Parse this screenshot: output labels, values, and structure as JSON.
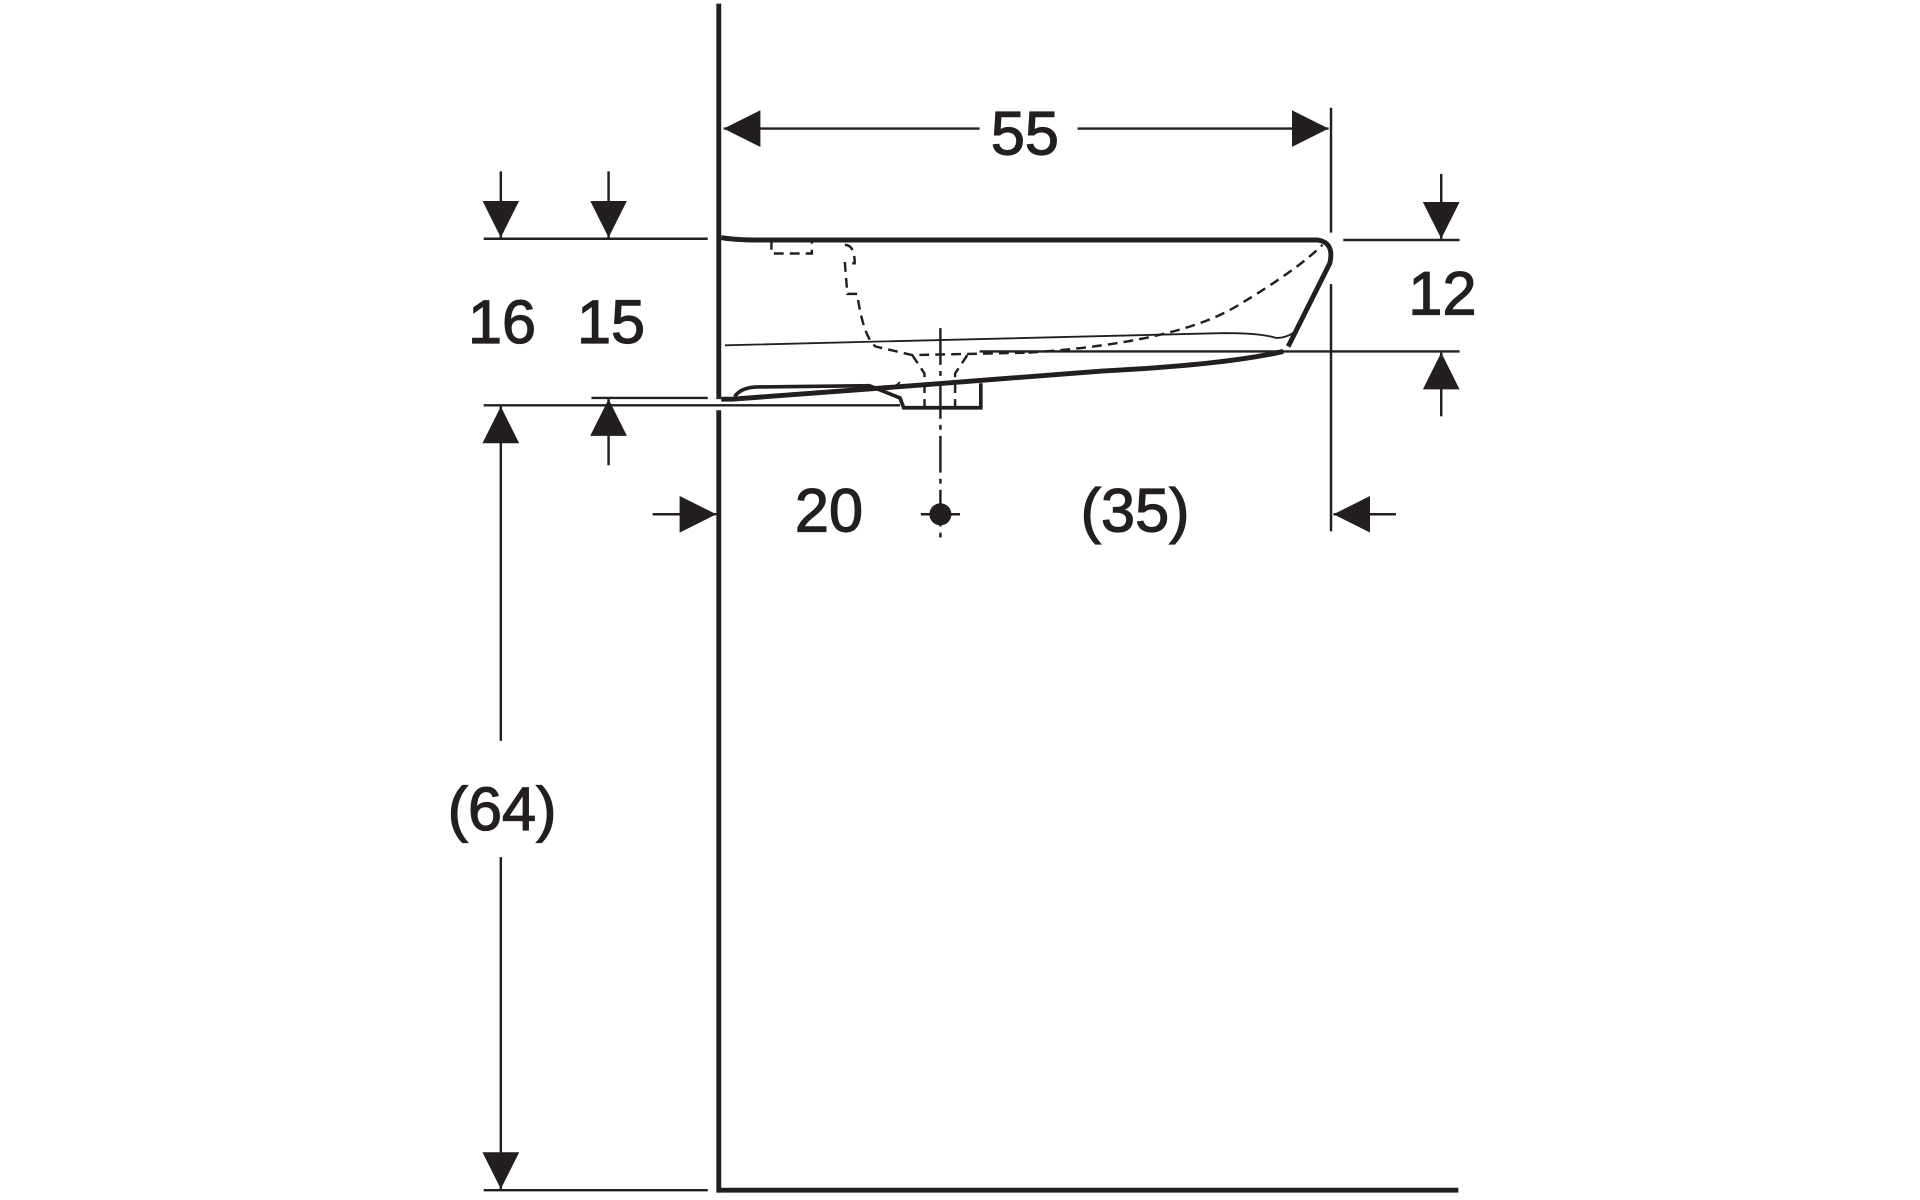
{
  "drawing": {
    "dimensions": {
      "depth": "55",
      "height_overall": "16",
      "height_front": "15",
      "bowl_height": "12",
      "waste_offset": "20",
      "waste_to_front": "(35)",
      "floor_height": "(64)"
    },
    "colors": {
      "line": "#231f20",
      "background": "#ffffff"
    }
  }
}
